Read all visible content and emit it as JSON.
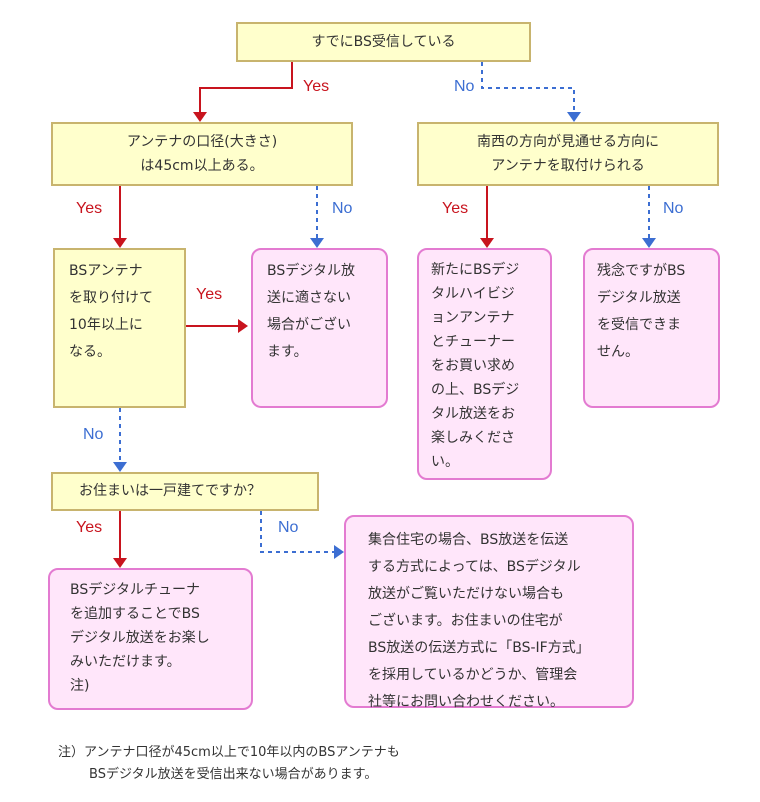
{
  "nodes": {
    "q1": "すでにBS受信している",
    "q2": [
      "アンテナの口径(大きさ)",
      "は45cm以上ある。"
    ],
    "q3": [
      "南西の方向が見通せる方向に",
      "アンテナを取付けられる"
    ],
    "q4": [
      "BSアンテナ",
      "を取り付けて",
      "10年以上に",
      "なる。"
    ],
    "q5": "お住まいは一戸建てですか？",
    "r1": [
      "BSデジタル放",
      "送に適さない",
      "場合がござい",
      "ます。"
    ],
    "r2": [
      "新たにBSデジ",
      "タルハイビジ",
      "ョンアンテナ",
      "とチューナー",
      "をお買い求め",
      "の上、BSデジ",
      "タル放送をお",
      "楽しみくださ",
      "い。"
    ],
    "r3": [
      "残念ですがBS",
      "デジタル放送",
      "を受信できま",
      "せん。"
    ],
    "r4": [
      "BSデジタルチューナ",
      "を追加することでBS",
      "デジタル放送をお楽し",
      "みいただけます。",
      "注)"
    ],
    "r5": [
      "集合住宅の場合、BS放送を伝送",
      "する方式によっては、BSデジタル",
      "放送がご覧いただけない場合も",
      "ございます。お住まいの住宅が",
      "BS放送の伝送方式に「BS-IF方式」",
      "を採用しているかどうか、管理会",
      "社等にお問い合わせください。"
    ]
  },
  "labels": {
    "yes": "Yes",
    "no": "No"
  },
  "footnote": [
    "注）アンテナ口径が45cm以上で10年以内のBSアンテナも",
    "BSデジタル放送を受信出来ない場合があります。"
  ],
  "colors": {
    "yes_arrow": "#c8141e",
    "no_arrow": "#3c6ed2",
    "question_fill": "#ffffcc",
    "question_border": "#c8b46e",
    "result_fill": "#ffe6fa",
    "result_border": "#e37bd1"
  }
}
